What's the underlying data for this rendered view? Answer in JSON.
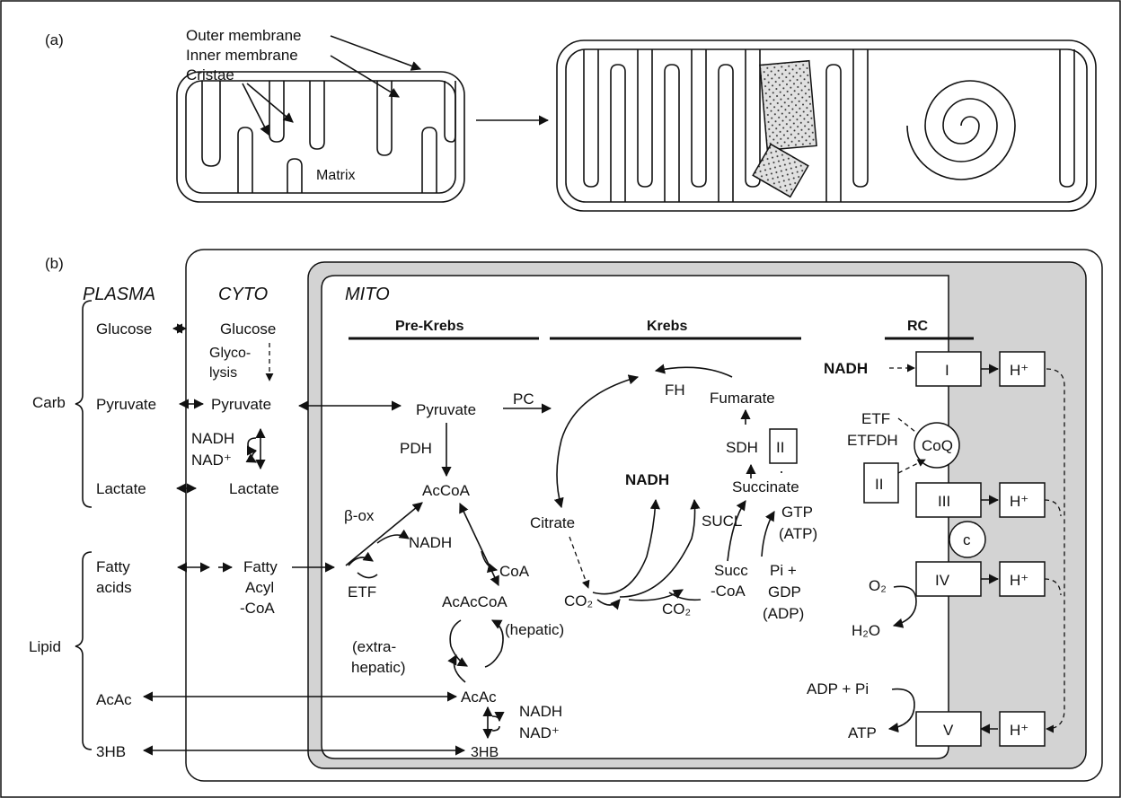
{
  "panel_a": {
    "label": "(a)",
    "outer_membrane": "Outer membrane",
    "inner_membrane": "Inner membrane",
    "cristae": "Cristae",
    "matrix": "Matrix"
  },
  "panel_b": {
    "label": "(b)",
    "compartments": {
      "plasma": "PLASMA",
      "cyto": "CYTO",
      "mito": "MITO"
    },
    "sections": {
      "pre_krebs": "Pre-Krebs",
      "krebs": "Krebs",
      "rc": "RC"
    },
    "groups": {
      "carb": "Carb",
      "lipid": "Lipid"
    },
    "plasma": {
      "glucose": "Glucose",
      "pyruvate": "Pyruvate",
      "lactate": "Lactate",
      "fatty_1": "Fatty",
      "fatty_2": "acids",
      "acac": "AcAc",
      "hb3": "3HB"
    },
    "cyto": {
      "glucose": "Glucose",
      "glyco_1": "Glyco-",
      "glyco_2": "lysis",
      "pyruvate": "Pyruvate",
      "nadh": "NADH",
      "nad": "NAD⁺",
      "lactate": "Lactate",
      "fa_1": "Fatty",
      "fa_2": "Acyl",
      "fa_3": "-CoA"
    },
    "prekrebs": {
      "pyruvate": "Pyruvate",
      "pc": "PC",
      "pdh": "PDH",
      "acetylcoa": "AcCoA",
      "beta_ox": "β-ox",
      "nadh": "NADH",
      "etf": "ETF",
      "coa": "CoA",
      "acaccoa": "AcAcCoA",
      "extra_1": "(extra-",
      "extra_2": "hepatic)",
      "hepatic": "(hepatic)",
      "acac": "AcAc",
      "nadh2": "NADH",
      "nad2": "NAD⁺",
      "hb3": "3HB"
    },
    "krebs": {
      "fh": "FH",
      "fumarate": "Fumarate",
      "sdh": "SDH",
      "sdh_box": "II",
      "succinate": "Succinate",
      "nadh": "NADH",
      "citrate": "Citrate",
      "sucl": "SUCL",
      "gtp": "GTP",
      "gtp_atp": "(ATP)",
      "succ_1": "Succ",
      "succ_2": "-CoA",
      "pi": "Pi +",
      "gdp": "GDP",
      "gdp_adp": "(ADP)",
      "co2_a": "CO₂",
      "co2_b": "CO₂"
    },
    "rc": {
      "nadh": "NADH",
      "complex_1": "I",
      "etf": "ETF",
      "etfdh": "ETFDH",
      "coq": "CoQ",
      "complex_2": "II",
      "complex_3": "III",
      "cyt_c": "c",
      "o2": "O₂",
      "h2o": "H₂O",
      "complex_4": "IV",
      "adp_pi": "ADP + Pi",
      "atp": "ATP",
      "complex_5": "V",
      "h_plus": "H⁺"
    }
  },
  "colors": {
    "mito_fill": "#d3d3d3",
    "granule_fill": "#e0e0e0",
    "ink": "#111111"
  }
}
